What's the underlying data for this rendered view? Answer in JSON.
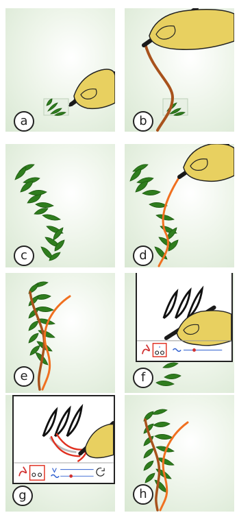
{
  "panels": [
    {
      "id": "a",
      "label": "a"
    },
    {
      "id": "b",
      "label": "b"
    },
    {
      "id": "c",
      "label": "c"
    },
    {
      "id": "d",
      "label": "d"
    },
    {
      "id": "e",
      "label": "e"
    },
    {
      "id": "f",
      "label": "f"
    },
    {
      "id": "g",
      "label": "g"
    },
    {
      "id": "h",
      "label": "h"
    }
  ],
  "colors": {
    "leaf": "#2f7d1e",
    "leaf_dark": "#1d5a10",
    "stroke_brown": "#a8521c",
    "stroke_orange": "#f07020",
    "hand": "#e8d060",
    "pen": "#1a1a1a",
    "highlight_red": "#e03020"
  }
}
